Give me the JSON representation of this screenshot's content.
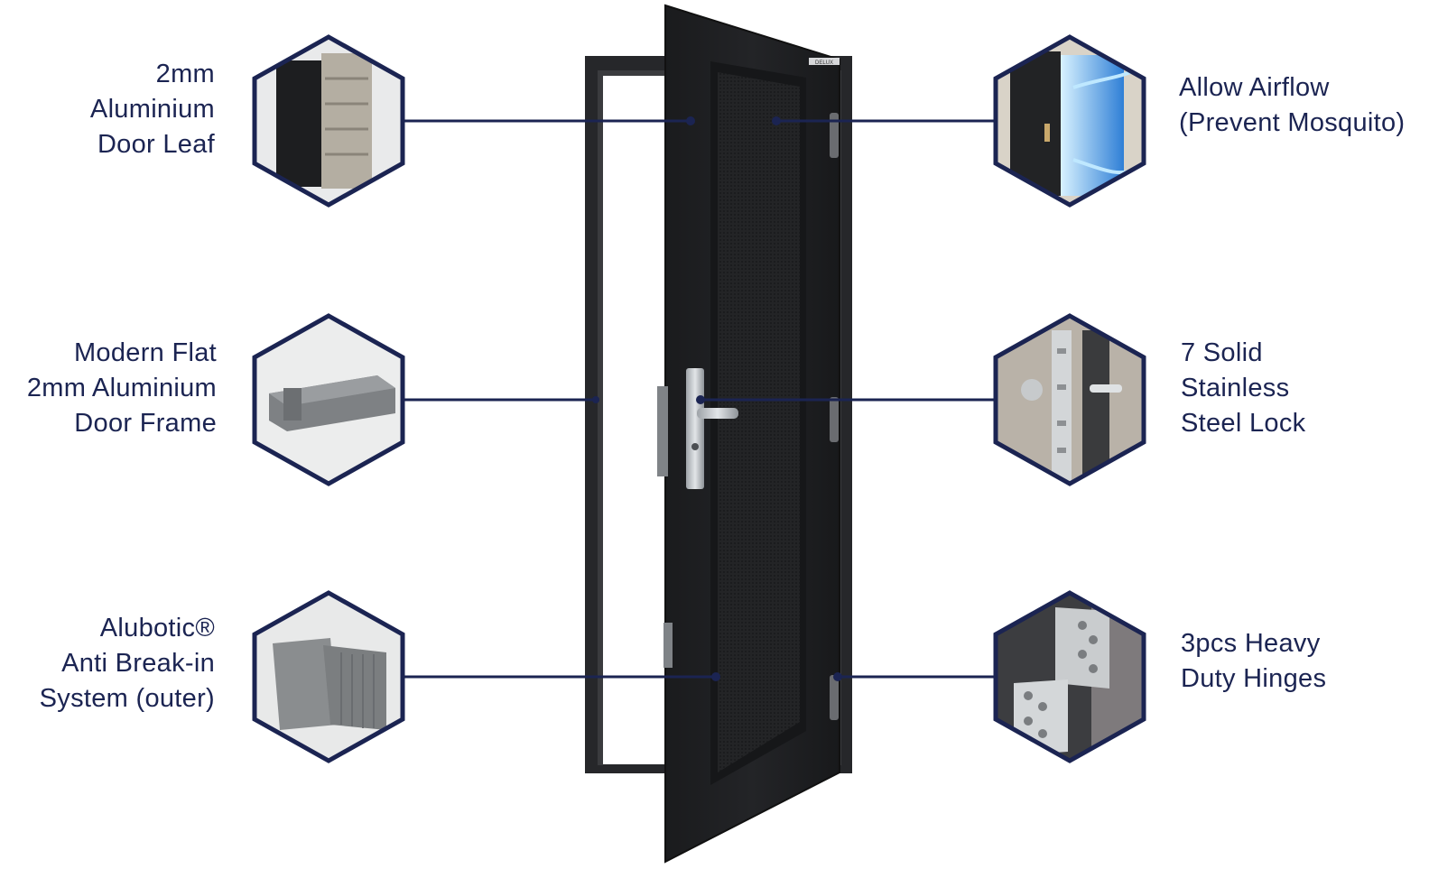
{
  "colors": {
    "navy": "#1b2452",
    "door": "#1c1d1f",
    "frame": "#2a2b2d",
    "hex_border": "#1b2452"
  },
  "features": {
    "left": [
      {
        "id": "door-leaf",
        "lines": [
          "2mm",
          "Aluminium",
          "Door Leaf"
        ],
        "icon": "aluminium-leaf-profile-icon"
      },
      {
        "id": "door-frame",
        "lines": [
          "Modern Flat",
          "2mm Aluminium",
          "Door Frame"
        ],
        "icon": "aluminium-frame-profile-icon"
      },
      {
        "id": "anti-break-in",
        "lines": [
          "Alubotic®",
          "Anti Break-in",
          "System (outer)"
        ],
        "icon": "anti-break-in-profile-icon"
      }
    ],
    "right": [
      {
        "id": "airflow",
        "lines": [
          "Allow Airflow",
          "(Prevent Mosquito)"
        ],
        "icon": "airflow-mesh-icon"
      },
      {
        "id": "lock",
        "lines": [
          "7 Solid",
          "Stainless",
          "Steel Lock"
        ],
        "icon": "steel-lock-icon"
      },
      {
        "id": "hinges",
        "lines": [
          "3pcs Heavy",
          "Duty Hinges"
        ],
        "icon": "hinge-icon"
      }
    ]
  },
  "door": {
    "brand_plate": "DELUX"
  }
}
